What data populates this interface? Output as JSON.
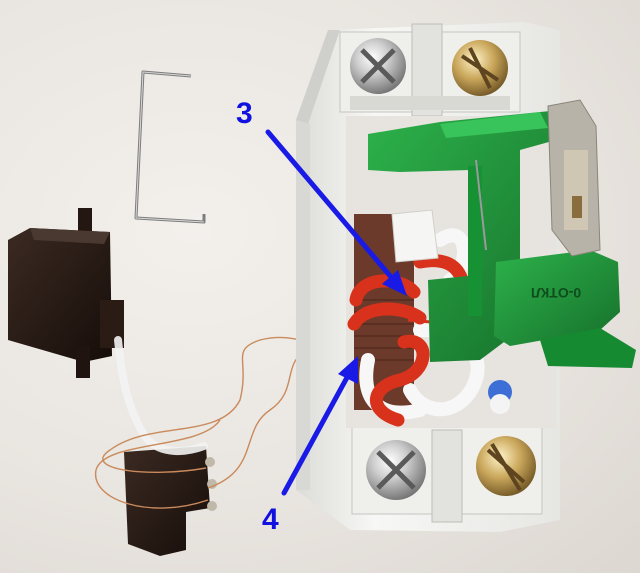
{
  "callouts": [
    {
      "label": "3"
    },
    {
      "label": "4"
    }
  ],
  "device": {
    "lever_text": "0-ОТКЛ"
  },
  "colors": {
    "arrow": "#1a1ae6",
    "housing": "#f4f4f2",
    "green_mechanism": "#1f9a3c",
    "coil_wire": "#d8321c",
    "white_wire": "#f6f6f6",
    "copper": "#c98a5c",
    "dark_part": "#2a1d18"
  },
  "objects": {
    "wire_staple": "paper-clip-wire",
    "detached_part_top": "black-plastic-part",
    "detached_part_bottom": "black-plastic-part-with-leads",
    "apparatus": "opened-circuit-breaker"
  }
}
